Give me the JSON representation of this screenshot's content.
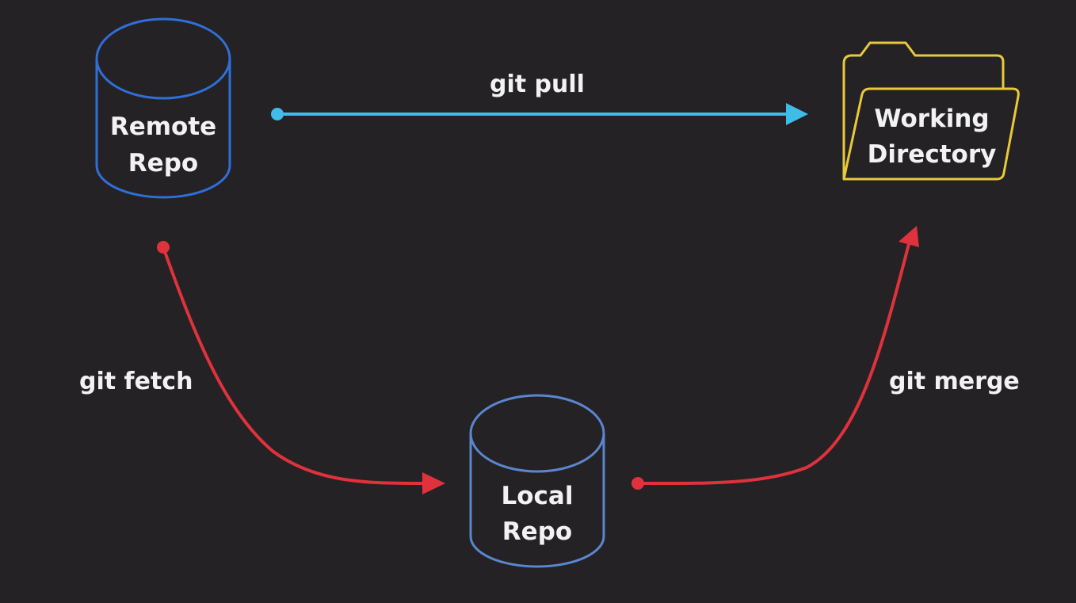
{
  "colors": {
    "background": "#242225",
    "remote_repo": "#2f6fd6",
    "local_repo": "#5b86cf",
    "working_directory": "#e7c93a",
    "pull_arrow": "#3fbde8",
    "fetch_merge_arrows": "#e0323c",
    "text": "#f2f2f2"
  },
  "nodes": {
    "remote_repo": {
      "line1": "Remote",
      "line2": "Repo",
      "icon": "database-cylinder-icon"
    },
    "working_directory": {
      "line1": "Working",
      "line2": "Directory",
      "icon": "folder-icon"
    },
    "local_repo": {
      "line1": "Local",
      "line2": "Repo",
      "icon": "database-cylinder-icon"
    }
  },
  "edges": {
    "pull": {
      "label": "git pull",
      "from": "Remote Repo",
      "to": "Working Directory"
    },
    "fetch": {
      "label": "git fetch",
      "from": "Remote Repo",
      "to": "Local Repo"
    },
    "merge": {
      "label": "git merge",
      "from": "Local Repo",
      "to": "Working Directory"
    }
  }
}
